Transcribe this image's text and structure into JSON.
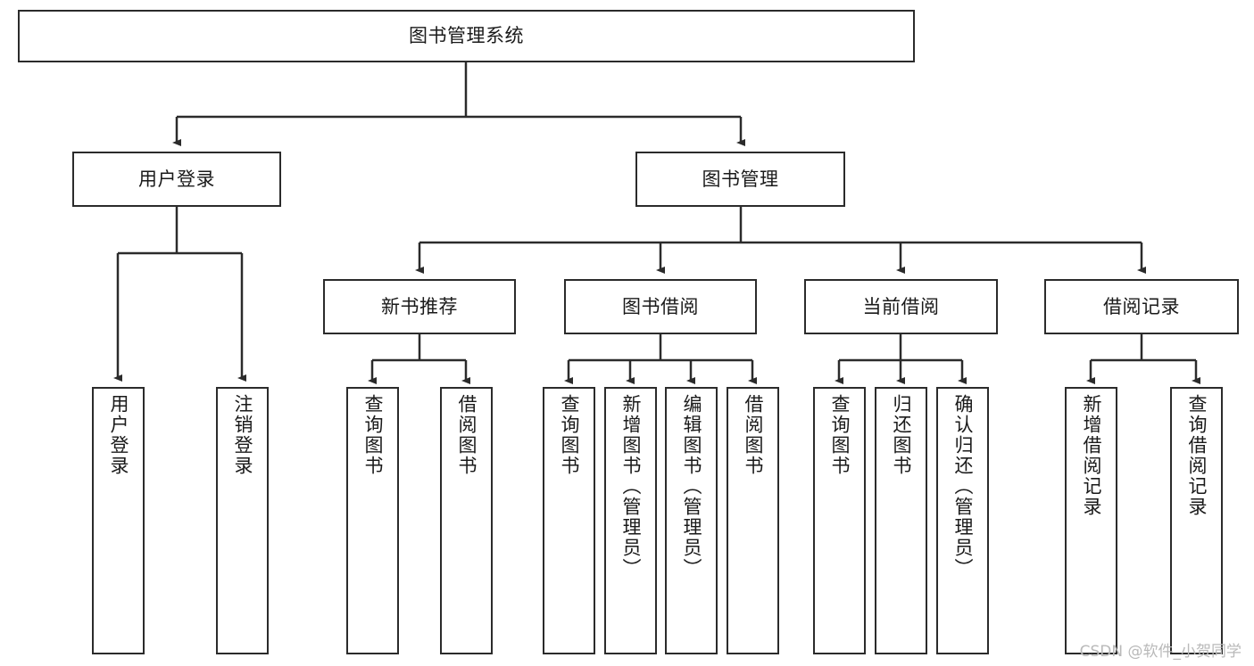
{
  "diagram": {
    "title": "图书管理系统",
    "watermark": "CSDN @软件_小贺同学",
    "line_color": "#2b2b2b",
    "background_color": "#ffffff",
    "text_color": "#1a1a1a",
    "levels": {
      "root": "图书管理系统",
      "level2": [
        "用户登录",
        "图书管理"
      ],
      "level3": [
        "新书推荐",
        "图书借阅",
        "当前借阅",
        "借阅记录"
      ]
    },
    "nodes": {
      "root": {
        "label": "图书管理系统"
      },
      "user_login": {
        "label": "用户登录"
      },
      "book_manage": {
        "label": "图书管理"
      },
      "new_book_rec": {
        "label": "新书推荐"
      },
      "book_borrow": {
        "label": "图书借阅"
      },
      "current_borrow": {
        "label": "当前借阅"
      },
      "borrow_record": {
        "label": "借阅记录"
      },
      "leaf_user_login": {
        "label": "用户登录"
      },
      "leaf_logout": {
        "label": "注销登录"
      },
      "leaf_query_book_1": {
        "label": "查询图书"
      },
      "leaf_borrow_book_1": {
        "label": "借阅图书"
      },
      "leaf_query_book_2": {
        "label": "查询图书"
      },
      "leaf_add_book": {
        "label": "新增图书（管理员）"
      },
      "leaf_edit_book": {
        "label": "编辑图书（管理员）"
      },
      "leaf_borrow_book_2": {
        "label": "借阅图书"
      },
      "leaf_query_book_3": {
        "label": "查询图书"
      },
      "leaf_return_book": {
        "label": "归还图书"
      },
      "leaf_confirm_return": {
        "label": "确认归还（管理员）"
      },
      "leaf_add_record": {
        "label": "新增借阅记录"
      },
      "leaf_query_record": {
        "label": "查询借阅记录"
      }
    }
  }
}
